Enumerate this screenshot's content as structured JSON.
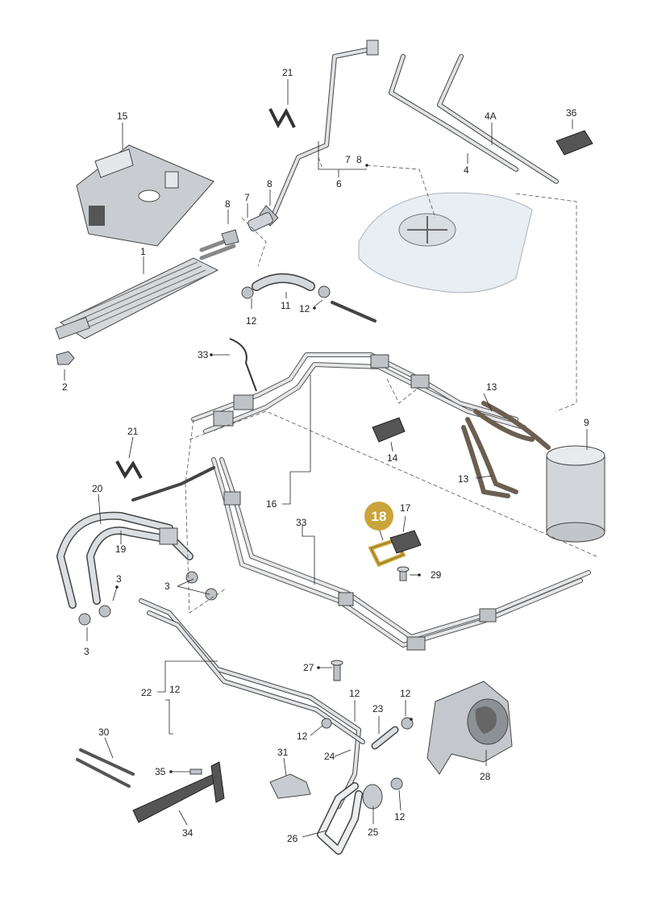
{
  "labels": {
    "p1": "1",
    "p2": "2",
    "p3a": "3",
    "p3b": "3",
    "p3c": "3",
    "p4": "4",
    "p4a": "4A",
    "p6": "6",
    "p7a": "7",
    "p7b": "7",
    "p8a": "8",
    "p8b": "8",
    "p8c": "8",
    "p9": "9",
    "p11": "11",
    "p12a": "12",
    "p12b": "12",
    "p12c": "12",
    "p12d": "12",
    "p12e": "12",
    "p12f": "12",
    "p12g": "12",
    "p13a": "13",
    "p13b": "13",
    "p14": "14",
    "p15": "15",
    "p16": "16",
    "p17": "17",
    "p18": "18",
    "p19": "19",
    "p20": "20",
    "p21a": "21",
    "p21b": "21",
    "p22": "22",
    "p23": "23",
    "p24": "24",
    "p25": "25",
    "p26": "26",
    "p27": "27",
    "p28": "28",
    "p29": "29",
    "p30": "30",
    "p31": "31",
    "p33a": "33",
    "p33b": "33",
    "p34": "34",
    "p35": "35",
    "p36": "36"
  },
  "highlight": {
    "part": "18",
    "color": "#c9a43a"
  },
  "colors": {
    "hose": "#9ea3a8",
    "hose_light": "#e4e6e8",
    "part_fill": "#c8ccd0",
    "tank": "#e8eef4"
  }
}
